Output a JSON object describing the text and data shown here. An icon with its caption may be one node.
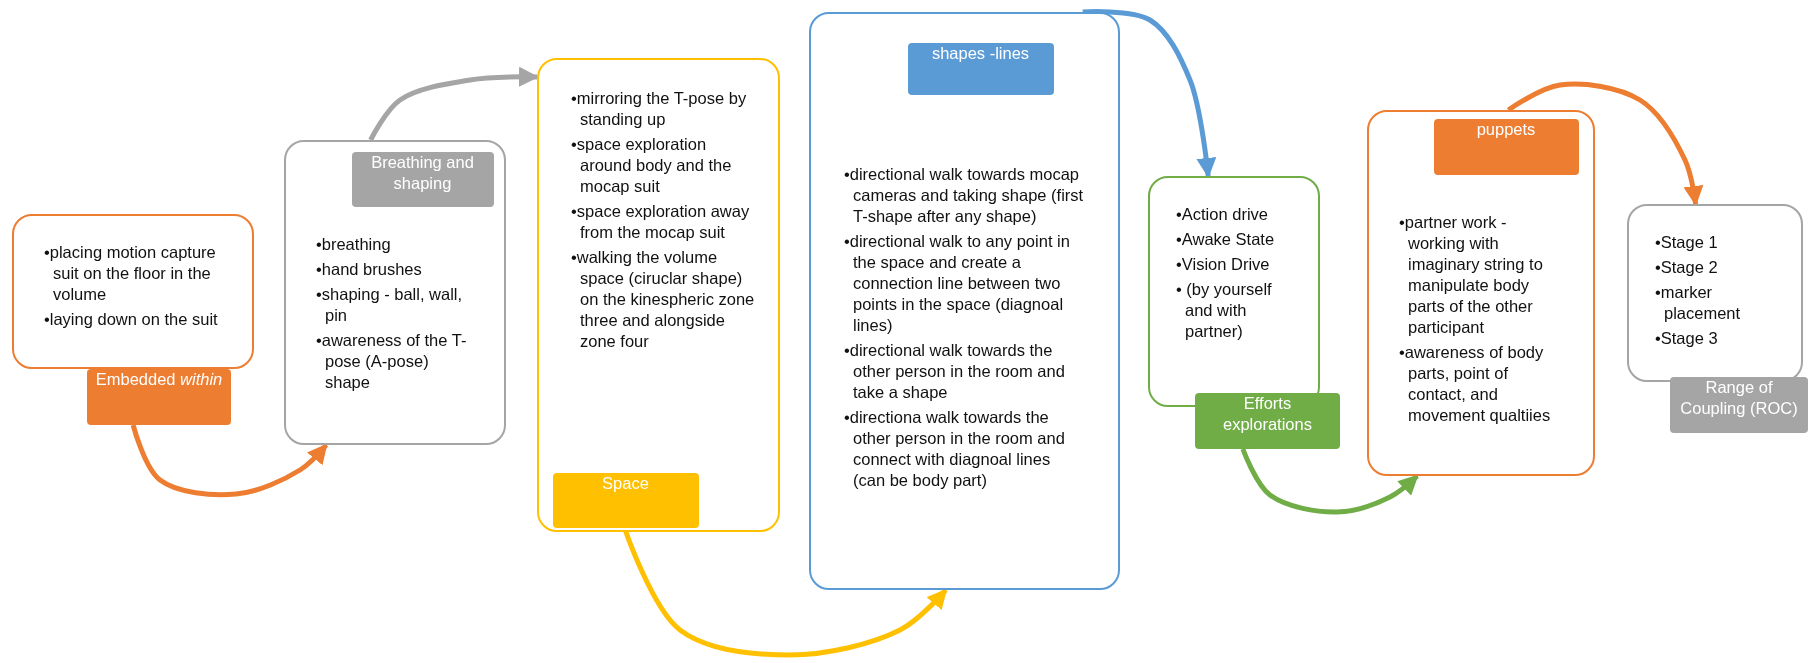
{
  "diagram": {
    "nodes": [
      {
        "text": [
          "•placing motion capture suit on the floor in the volume",
          "•laying down on the suit"
        ]
      },
      {
        "text": [
          "Embedded *within*"
        ]
      },
      {
        "text": [
          "•breathing",
          "•hand brushes",
          "•shaping - ball, wall, pin",
          "•awareness of the T-pose (A-pose) shape"
        ]
      },
      {
        "text": [
          "Breathing and shaping"
        ],
        "in": 2
      },
      {
        "text": [
          "•mirroring the T-pose by standing up",
          "•space exploration around body and the mocap suit",
          "•space exploration away from the mocap suit",
          "•walking the volume space (ciruclar shape) on the kinespheric zone three and alongside zone four"
        ]
      },
      {
        "text": [
          "Space"
        ],
        "in": 4
      },
      {
        "text": [
          "•directional walk towards mocap cameras and taking shape (first T-shape after any shape)",
          "•directional walk to any point in the space and create a connection line between two points in the space (diagnoal lines)",
          "•directional walk towards the other person in the room and take a shape",
          "•directiona walk towards the other person in the room and connect with diagnoal lines (can be body part)"
        ]
      },
      {
        "text": [
          "shapes -lines"
        ],
        "in": 6
      },
      {
        "text": [
          "•Action drive",
          "•Awake State",
          "•Vision Drive",
          "• (by yourself and with partner)"
        ]
      },
      {
        "text": [
          "Efforts explorations"
        ]
      },
      {
        "text": [
          "•partner work - working with imaginary string to manipulate body parts of the other participant",
          "•awareness of body parts, point of contact, and movement qualtiies"
        ]
      },
      {
        "text": [
          "puppets"
        ],
        "in": 10
      },
      {
        "text": [
          "•Stage 1",
          "•Stage 2",
          "•marker placement",
          "•Stage 3"
        ]
      },
      {
        "text": [
          "Range of Coupling (ROC)"
        ]
      }
    ],
    "edges": [
      {
        "from": 1,
        "to": 2,
        "arrow": "to",
        "color": "#ed7d31"
      },
      {
        "from": 2,
        "to": 4,
        "arrow": "to",
        "color": "#a5a5a5"
      },
      {
        "from": 5,
        "to": 6,
        "arrow": "to",
        "color": "#ffc000"
      },
      {
        "from": 6,
        "to": 8,
        "arrow": "to",
        "color": "#5b9bd5"
      },
      {
        "from": 9,
        "to": 10,
        "arrow": "to",
        "color": "#70ad47"
      },
      {
        "from": 10,
        "to": 12,
        "arrow": "to",
        "color": "#ed7d31"
      }
    ]
  }
}
